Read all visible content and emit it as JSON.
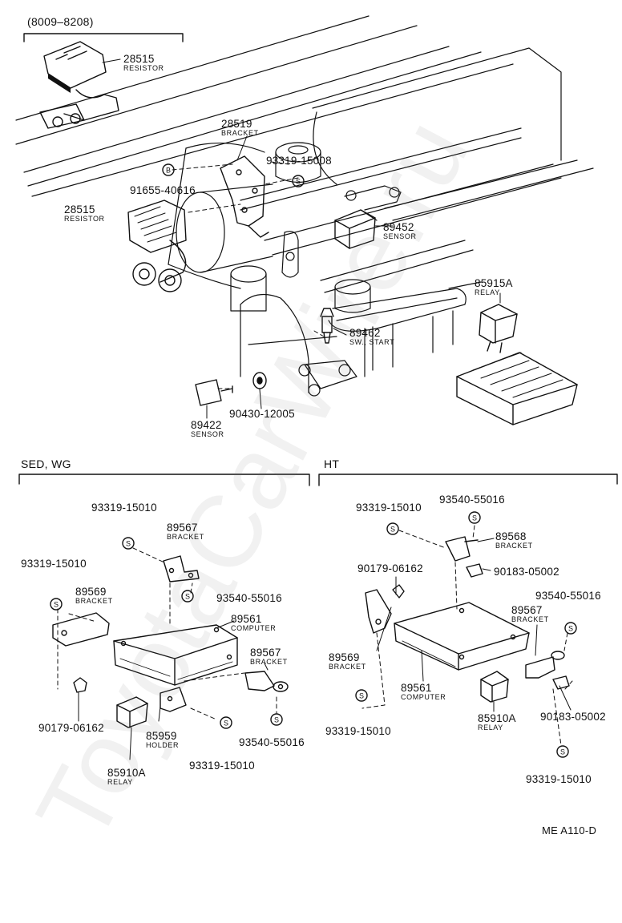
{
  "range": "(8009–8208)",
  "groups": {
    "sed_wg": "SED, WG",
    "ht": "HT"
  },
  "watermark": "ToyotaCarWire.ru",
  "code": "ME  A110-D",
  "parts": {
    "p28515a": {
      "num": "28515",
      "name": "RESISTOR"
    },
    "p28519": {
      "num": "28519",
      "name": "BRACKET"
    },
    "p93319_15008": {
      "num": "93319-15008"
    },
    "p91655": {
      "num": "91655-40616"
    },
    "p28515b": {
      "num": "28515",
      "name": "RESISTOR"
    },
    "p89452": {
      "num": "89452",
      "name": "SENSOR"
    },
    "p85915a": {
      "num": "85915A",
      "name": "RELAY"
    },
    "p89462": {
      "num": "89462",
      "name": "SW., START"
    },
    "p89422": {
      "num": "89422",
      "name": "SENSOR"
    },
    "p90430": {
      "num": "90430-12005"
    },
    "l93319_a": {
      "num": "93319-15010"
    },
    "l89567a": {
      "num": "89567",
      "name": "BRACKET"
    },
    "l93319_b": {
      "num": "93319-15010"
    },
    "l89569": {
      "num": "89569",
      "name": "BRACKET"
    },
    "l93540_a": {
      "num": "93540-55016"
    },
    "l89561": {
      "num": "89561",
      "name": "COMPUTER"
    },
    "l89567b": {
      "num": "89567",
      "name": "BRACKET"
    },
    "l90179": {
      "num": "90179-06162"
    },
    "l85959": {
      "num": "85959",
      "name": "HOLDER"
    },
    "l93540_b": {
      "num": "93540-55016"
    },
    "l85910a": {
      "num": "85910A",
      "name": "RELAY"
    },
    "l93319_c": {
      "num": "93319-15010"
    },
    "r93319_a": {
      "num": "93319-15010"
    },
    "r93540_a": {
      "num": "93540-55016"
    },
    "r89568": {
      "num": "89568",
      "name": "BRACKET"
    },
    "r90179": {
      "num": "90179-06162"
    },
    "r90183_a": {
      "num": "90183-05002"
    },
    "r93540_b": {
      "num": "93540-55016"
    },
    "r89567": {
      "num": "89567",
      "name": "BRACKET"
    },
    "r89569": {
      "num": "89569",
      "name": "BRACKET"
    },
    "r89561": {
      "num": "89561",
      "name": "COMPUTER"
    },
    "r85910a": {
      "num": "85910A",
      "name": "RELAY"
    },
    "r90183_b": {
      "num": "90183-05002"
    },
    "r93319_b": {
      "num": "93319-15010"
    },
    "r93319_c": {
      "num": "93319-15010"
    }
  }
}
